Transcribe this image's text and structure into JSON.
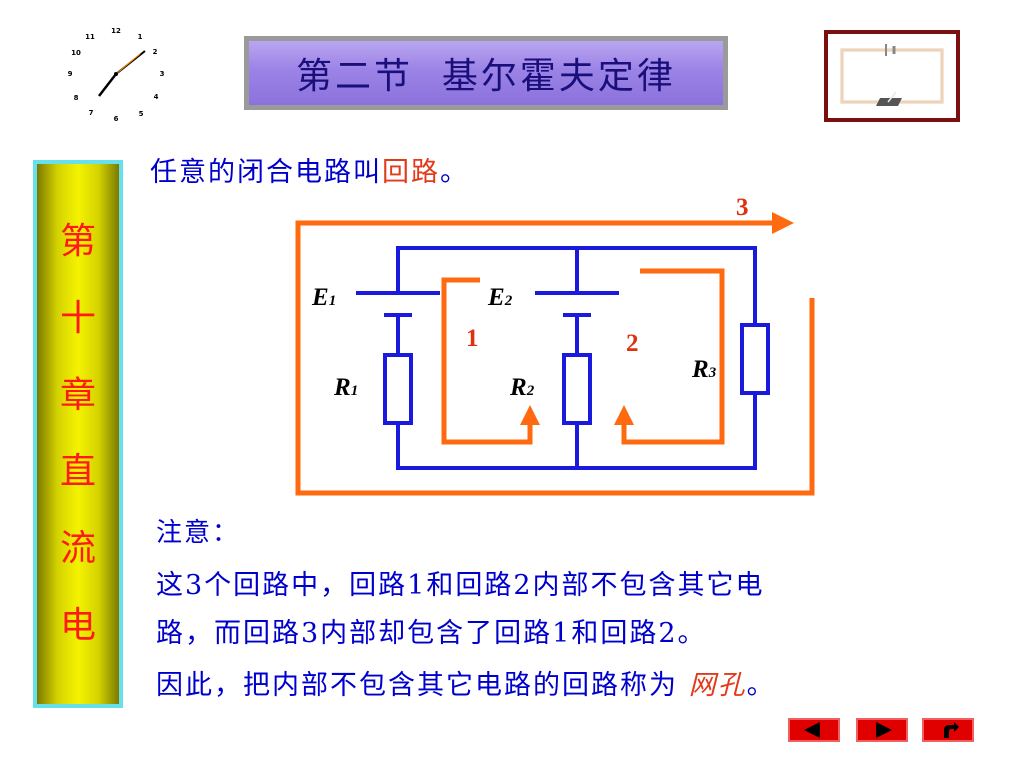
{
  "header": {
    "title": "第二节  基尔霍夫定律"
  },
  "side_banner": {
    "chars": [
      "第",
      "十",
      "章",
      "直",
      "流",
      "电"
    ]
  },
  "intro": {
    "prefix": "任意的闭合电路叫",
    "highlight": "回路",
    "suffix": "。"
  },
  "circuit": {
    "E1": "E",
    "E1_sub": "1",
    "E2": "E",
    "E2_sub": "2",
    "R1": "R",
    "R1_sub": "1",
    "R2": "R",
    "R2_sub": "2",
    "R3": "R",
    "R3_sub": "3",
    "loop1": "1",
    "loop2": "2",
    "loop3": "3",
    "colors": {
      "wire": "#1a1adf",
      "loop": "#ff6a10"
    }
  },
  "note": {
    "heading": "注意：",
    "line1": "这3个回路中，回路1和回路2内部不包含其它电",
    "line2": "路，而回路3内部却包含了回路1和回路2。",
    "line3_prefix": "因此，把内部不包含其它电路的回路称为 ",
    "line3_highlight": "网孔",
    "line3_suffix": "。"
  },
  "nav": {
    "prev": "prev-icon",
    "next": "next-icon",
    "return": "return-icon",
    "color": "#e10000"
  }
}
